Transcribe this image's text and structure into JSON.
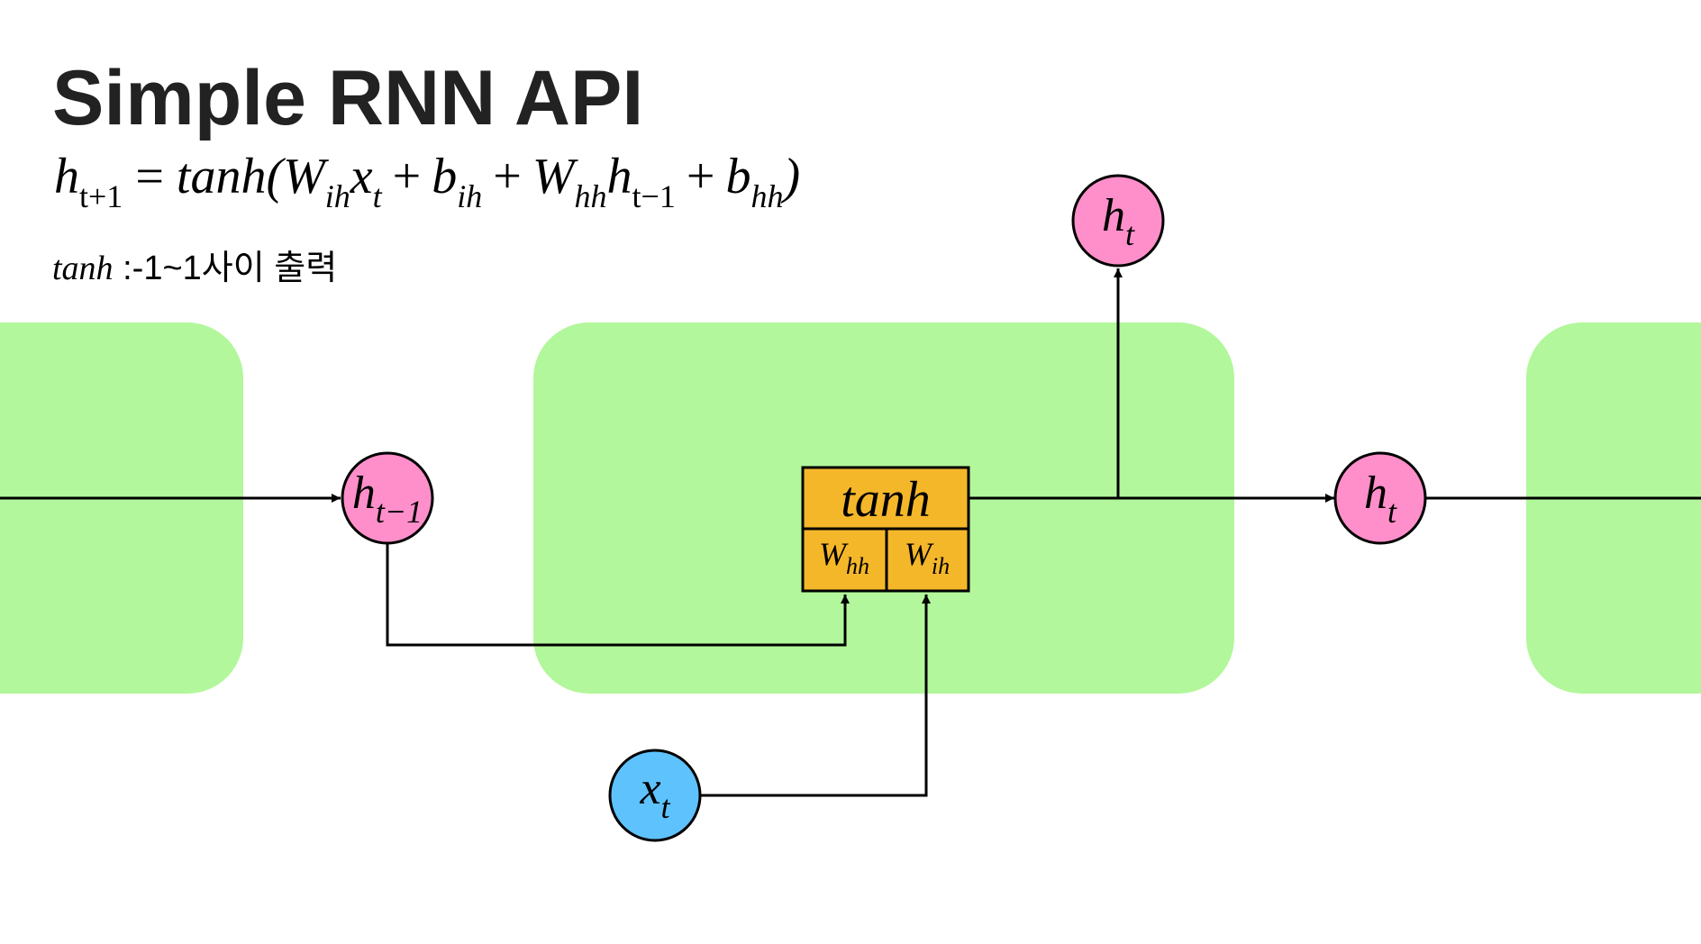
{
  "slide": {
    "title": "Simple RNN API",
    "equation": {
      "lhs": "h",
      "lhs_sub": "t+1",
      "equals": "=",
      "fn": "tanh(",
      "w_ih": "W",
      "w_ih_sub": "ih",
      "x": "x",
      "x_sub": "t",
      "plus1": "+",
      "b_ih": "b",
      "b_ih_sub": "ih",
      "plus2": "+",
      "w_hh": "W",
      "w_hh_sub": "hh",
      "h_prev": "h",
      "h_prev_sub": "t−1",
      "plus3": "+",
      "b_hh": "b",
      "b_hh_sub": "hh",
      "close": ")"
    },
    "note": {
      "term": "tanh",
      "text": " :-1~1사이 출력"
    }
  },
  "diagram": {
    "colors": {
      "cell_fill": "#b2f79b",
      "hidden_node": "#ff8fca",
      "input_node": "#5ec2fd",
      "tanh_block": "#f5b72a",
      "line": "#000000"
    },
    "nodes": {
      "h_prev": {
        "main": "h",
        "sub": "t−1"
      },
      "h_out_top": {
        "main": "h",
        "sub": "t"
      },
      "h_out_right": {
        "main": "h",
        "sub": "t"
      },
      "x_in": {
        "main": "x",
        "sub": "t"
      }
    },
    "tanh_block": {
      "label": "tanh",
      "w_hh": {
        "main": "W",
        "sub": "hh"
      },
      "w_ih": {
        "main": "W",
        "sub": "ih"
      }
    }
  }
}
